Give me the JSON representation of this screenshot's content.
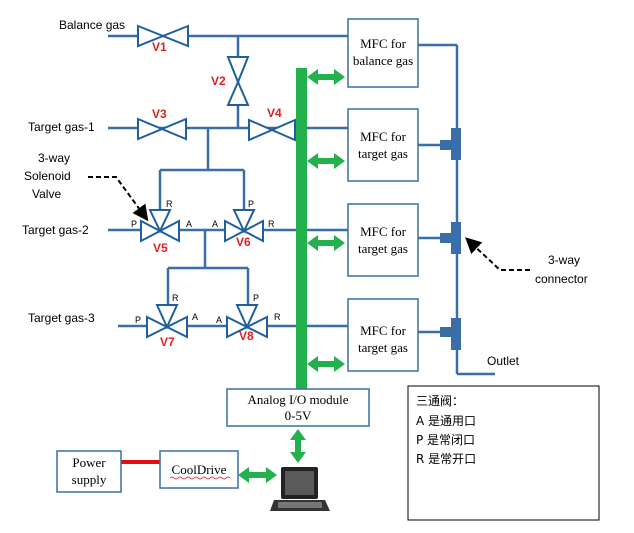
{
  "inputs": {
    "balance_gas": "Balance gas",
    "target_gas_1": "Target gas-1",
    "target_gas_2": "Target gas-2",
    "target_gas_3": "Target gas-3"
  },
  "valves": {
    "v1": "V1",
    "v2": "V2",
    "v3": "V3",
    "v4": "V4",
    "v5": "V5",
    "v6": "V6",
    "v7": "V7",
    "v8": "V8"
  },
  "ports": {
    "p": "P",
    "a": "A",
    "r": "R"
  },
  "mfc": {
    "mfc1_line1": "MFC for",
    "mfc1_line2": "balance gas",
    "mfc_line1": "MFC for",
    "mfc_line2": "target gas"
  },
  "annotations": {
    "solenoid_line1": "3-way",
    "solenoid_line2": "Solenoid",
    "solenoid_line3": "Valve",
    "connector_line1": "3-way",
    "connector_line2": "connector",
    "outlet": "Outlet"
  },
  "modules": {
    "analog_line1": "Analog I/O module",
    "analog_line2": "0-5V",
    "power_line1": "Power",
    "power_line2": "supply",
    "cooldrive": "CoolDrive"
  },
  "legend": {
    "title": "三通阀：",
    "a": "A 是通用口",
    "p": "P 是常闭口",
    "r": "R 是常开口"
  },
  "colors": {
    "pipe": "#3a6ea8",
    "bus": "#22b14c",
    "valve_label": "#e02020",
    "power_link": "#e01010"
  }
}
